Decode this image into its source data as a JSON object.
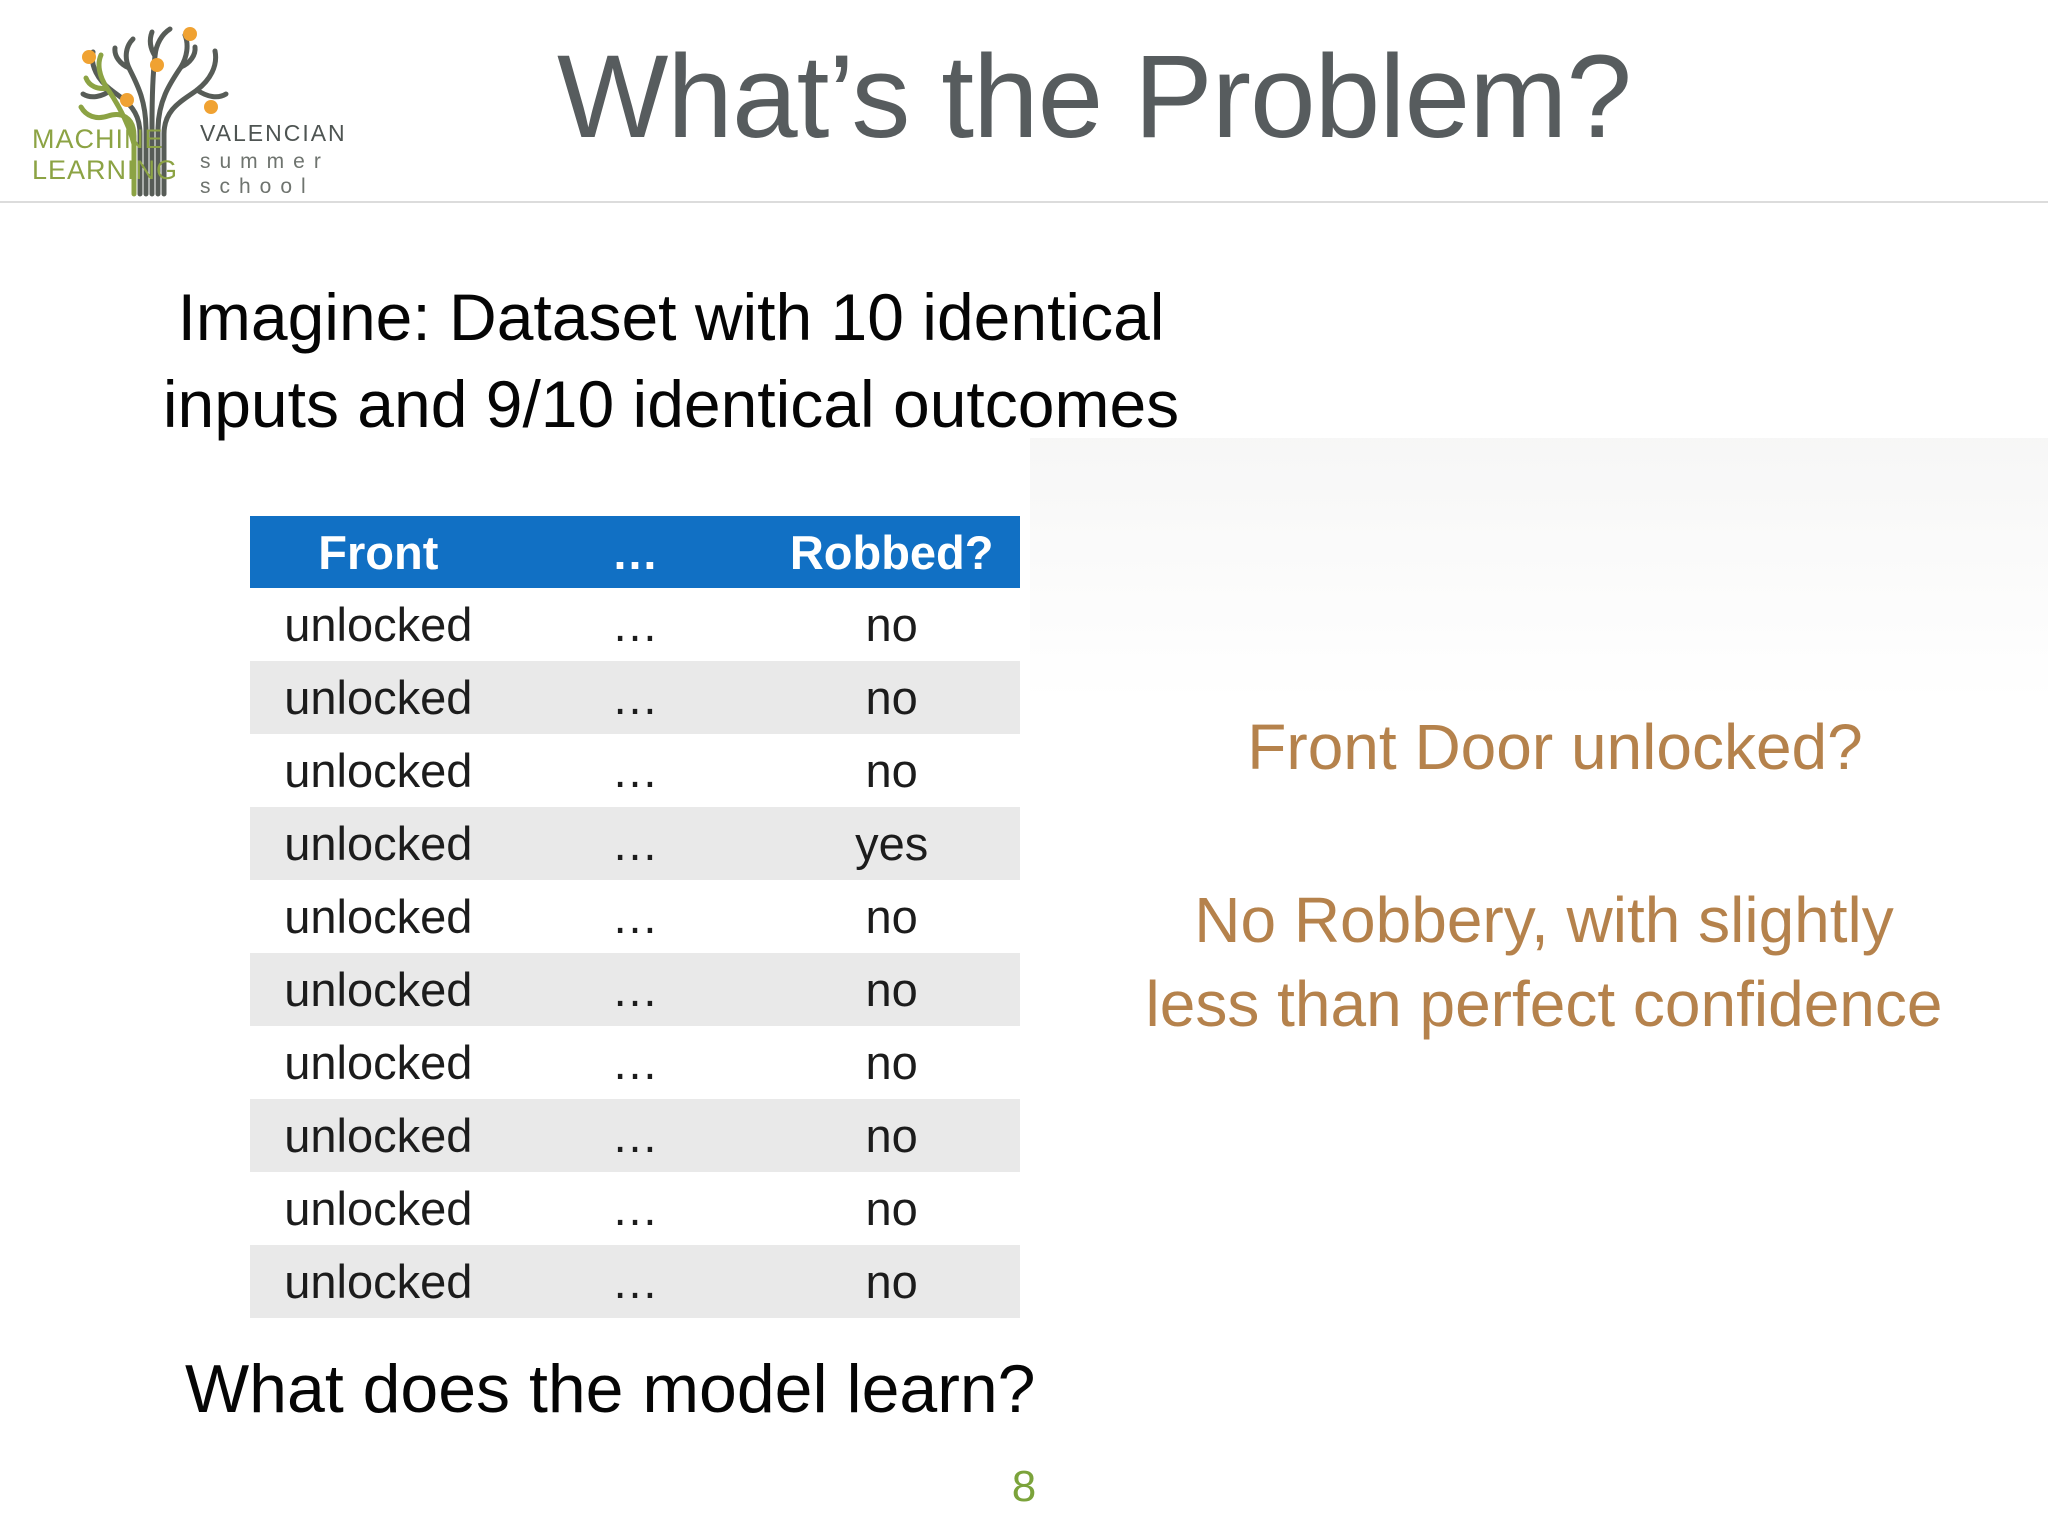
{
  "slide": {
    "title": "What’s the Problem?",
    "intro": {
      "line1": "Imagine: Dataset with 10 identical",
      "line2": "inputs and 9/10 identical outcomes"
    },
    "annotation": {
      "line1": "Front Door unlocked?",
      "line2": "No Robbery, with slightly",
      "line3": "less than perfect confidence"
    },
    "question": "What does the model learn?",
    "page_number": "8"
  },
  "logo": {
    "brand_line1": "MACHINE",
    "brand_line2": "LEARNING",
    "school_line1": "VALENCIAN",
    "school_line2": "summer",
    "school_line3": "school",
    "tree_icon": "machine-learning-summer-school-tree"
  },
  "table": {
    "headers": [
      "Front",
      "…",
      "Robbed?"
    ],
    "rows": [
      [
        "unlocked",
        "…",
        "no"
      ],
      [
        "unlocked",
        "…",
        "no"
      ],
      [
        "unlocked",
        "…",
        "no"
      ],
      [
        "unlocked",
        "…",
        "yes"
      ],
      [
        "unlocked",
        "…",
        "no"
      ],
      [
        "unlocked",
        "…",
        "no"
      ],
      [
        "unlocked",
        "…",
        "no"
      ],
      [
        "unlocked",
        "…",
        "no"
      ],
      [
        "unlocked",
        "…",
        "no"
      ],
      [
        "unlocked",
        "…",
        "no"
      ]
    ]
  },
  "colors": {
    "table_header_bg": "#1170c4",
    "table_row_alt": "#e9e9e9",
    "accent_brown": "#b5824c",
    "page_green": "#7ba33b",
    "title_gray": "#575c5e",
    "logo_green": "#8ca344",
    "logo_dark": "#575c57",
    "logo_orange": "#f0a232"
  }
}
